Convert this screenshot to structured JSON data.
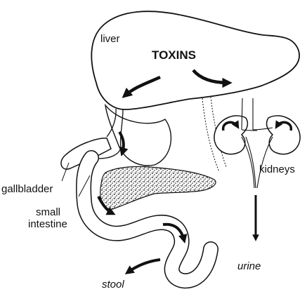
{
  "labels": {
    "liver": "liver",
    "toxins": "TOXINS",
    "kidneys": "kidneys",
    "gallbladder": "gallbladder",
    "small_intestine_line1": "small",
    "small_intestine_line2": "intestine",
    "urine": "urine",
    "stool": "stool"
  },
  "colors": {
    "line": "#111111",
    "fill": "#ffffff"
  }
}
